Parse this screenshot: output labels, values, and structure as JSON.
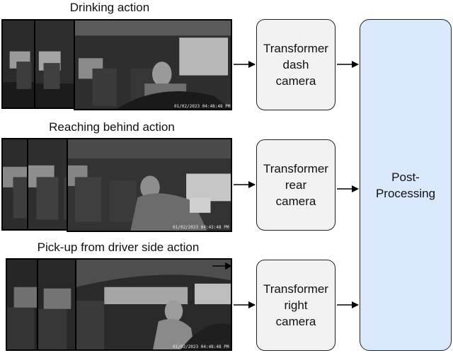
{
  "rows": [
    {
      "title": "Drinking action",
      "block": [
        "Transformer",
        "dash",
        "camera"
      ],
      "timestamp": "01/02/2023 04:48:48 PM"
    },
    {
      "title": "Reaching behind action",
      "block": [
        "Transformer",
        "rear",
        "camera"
      ],
      "timestamp": "01/02/2023 04:43:48 PM"
    },
    {
      "title": "Pick-up from driver side action",
      "block": [
        "Transformer",
        "right",
        "camera"
      ],
      "timestamp": "01/02/2023 04:48:48 PM"
    }
  ],
  "post": [
    "Post-",
    "Processing"
  ],
  "colors": {
    "block_fill": "#f2f2f2",
    "post_fill": "#dae8fc",
    "stroke": "#222222"
  }
}
